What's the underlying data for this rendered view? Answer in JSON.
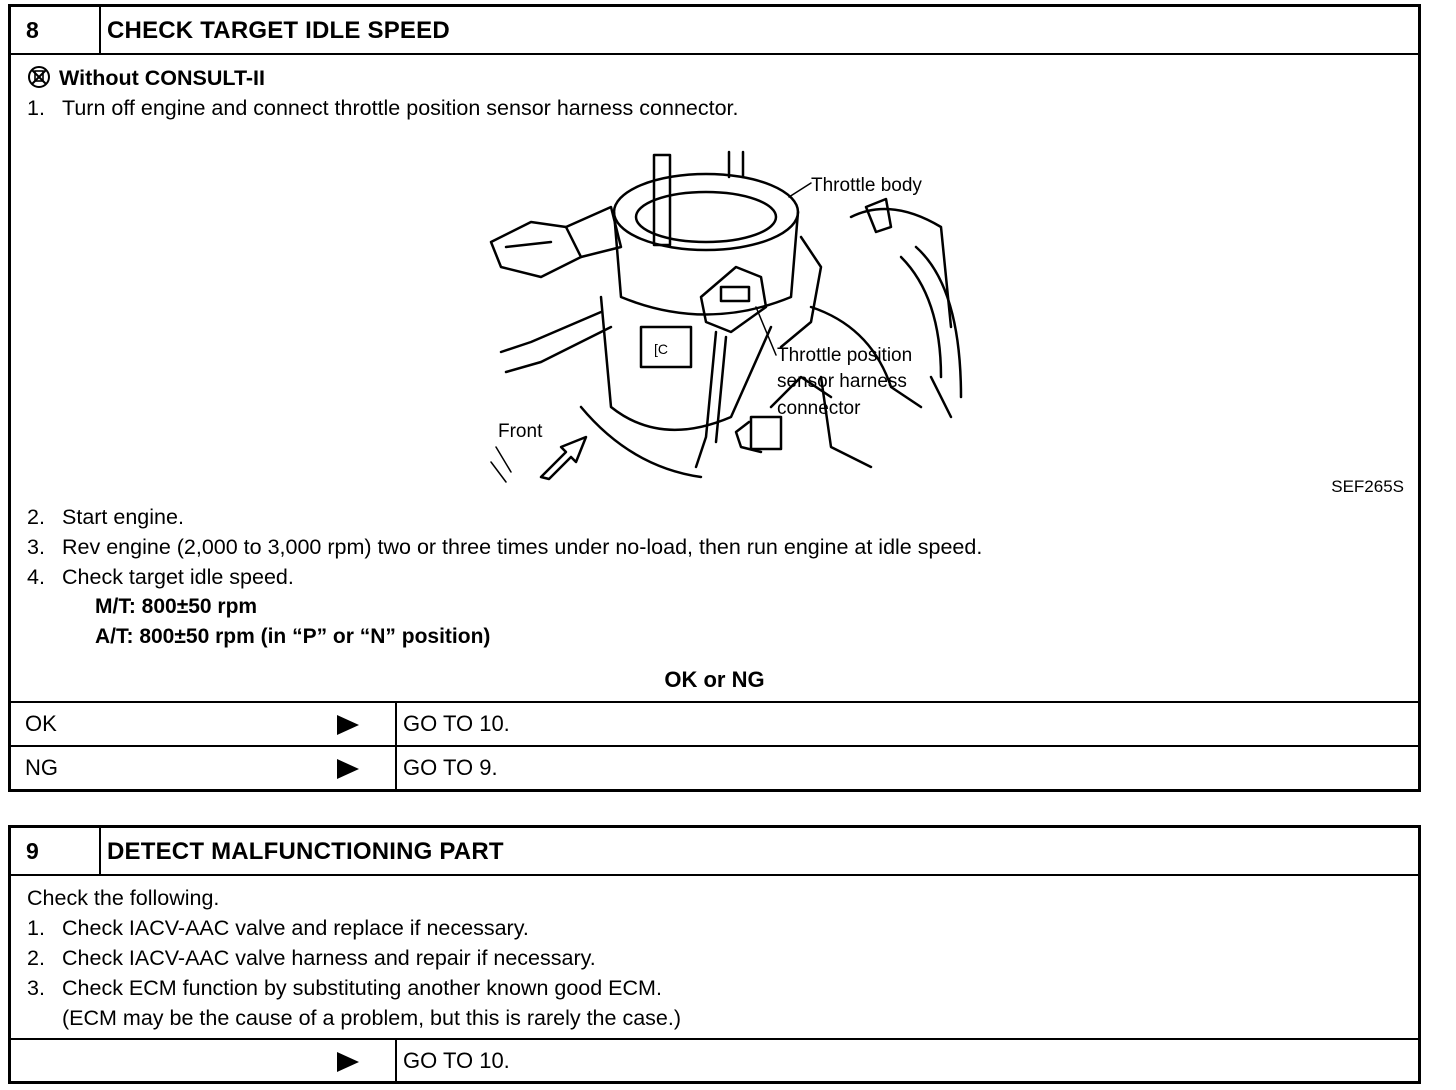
{
  "step8": {
    "number": "8",
    "title": "CHECK TARGET IDLE SPEED",
    "mode": "Without CONSULT-II",
    "step1": {
      "num": "1.",
      "text": "Turn off engine and connect throttle position sensor harness connector."
    },
    "figure": {
      "label_throttle_body": "Throttle body",
      "label_tps_1": "Throttle position",
      "label_tps_2": "sensor harness",
      "label_tps_3": "connector",
      "label_front": "Front",
      "code": "SEF265S"
    },
    "step2": {
      "num": "2.",
      "text": "Start engine."
    },
    "step3": {
      "num": "3.",
      "text": "Rev engine (2,000 to 3,000 rpm) two or three times under no-load, then run engine at idle speed."
    },
    "step4": {
      "num": "4.",
      "text": "Check target idle speed."
    },
    "spec_mt": "M/T: 800±50 rpm",
    "spec_at": "A/T: 800±50 rpm (in “P” or “N” position)",
    "result_header": "OK or NG",
    "results": [
      {
        "label": "OK",
        "action": "GO TO 10."
      },
      {
        "label": "NG",
        "action": "GO TO 9."
      }
    ]
  },
  "step9": {
    "number": "9",
    "title": "DETECT MALFUNCTIONING PART",
    "intro": "Check the following.",
    "items": [
      {
        "num": "1.",
        "text": "Check IACV-AAC valve and replace if necessary."
      },
      {
        "num": "2.",
        "text": "Check IACV-AAC valve harness and repair if necessary."
      },
      {
        "num": "3.",
        "text": "Check ECM function by substituting another known good ECM."
      }
    ],
    "note": "(ECM may be the cause of a problem, but this is rarely the case.)",
    "result": {
      "label": "",
      "action": "GO TO 10."
    }
  }
}
